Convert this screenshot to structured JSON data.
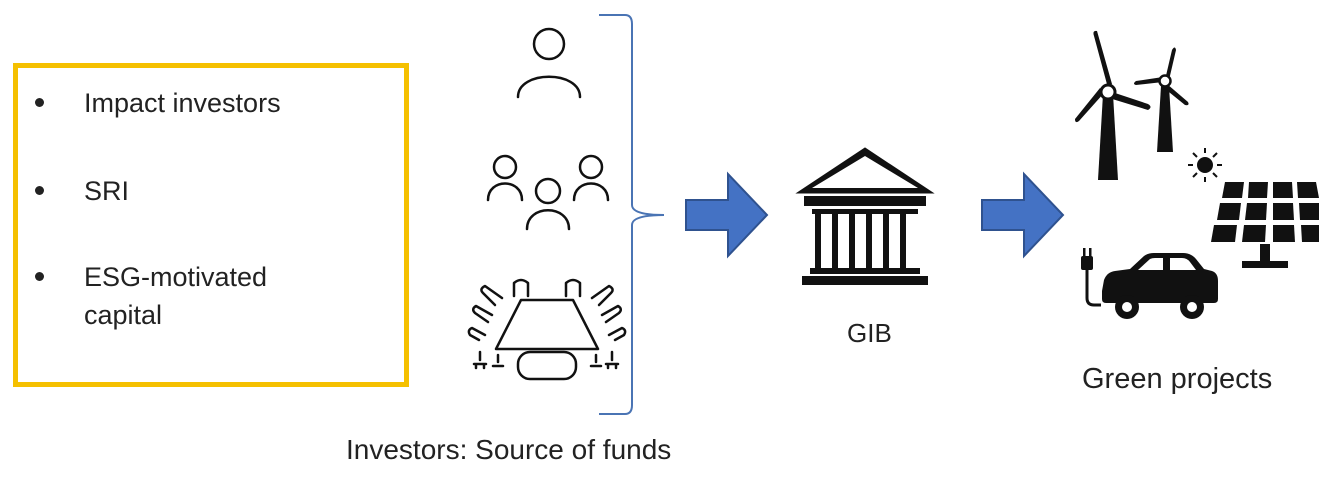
{
  "investor_types": {
    "items": [
      {
        "label_lines": [
          "Impact investors"
        ]
      },
      {
        "label_lines": [
          "SRI"
        ]
      },
      {
        "label_lines": [
          "ESG-motivated",
          "capital"
        ]
      }
    ],
    "border_color": "#f5c000"
  },
  "labels": {
    "investors": "Investors: Source of funds",
    "gib": "GIB",
    "green_projects": "Green projects"
  },
  "colors": {
    "arrow_fill": "#4472c4",
    "arrow_stroke": "#2f528f",
    "brace": "#4a74b4",
    "icon": "#111111"
  },
  "icons": [
    "person-icon",
    "group-icon",
    "boardroom-icon",
    "bank-building-icon",
    "wind-turbine-icon",
    "sun-icon",
    "solar-panel-icon",
    "electric-car-icon"
  ]
}
